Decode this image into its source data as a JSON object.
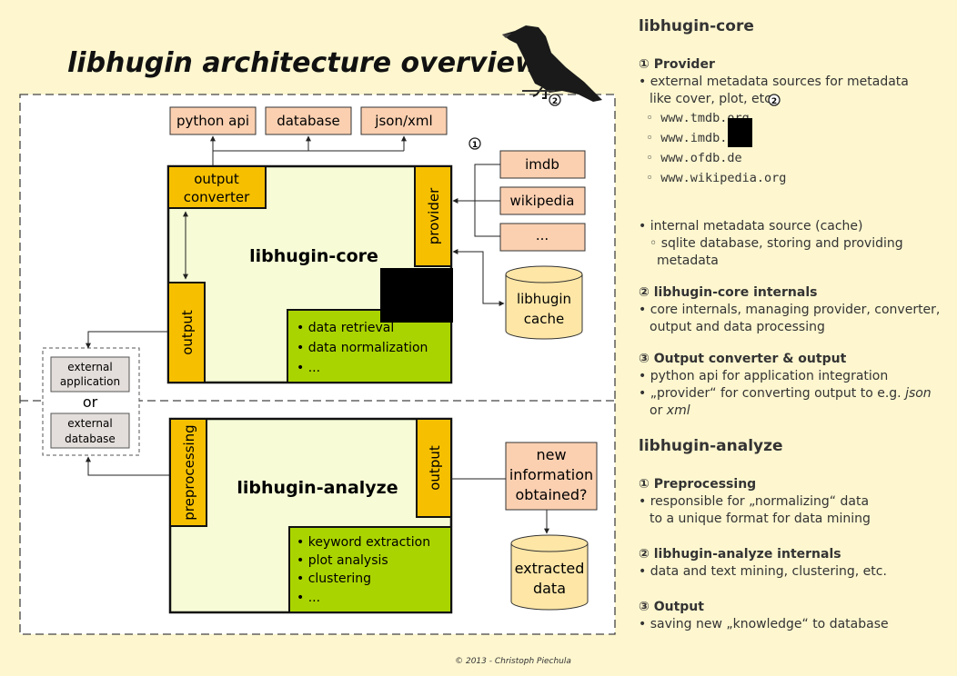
{
  "diagram": {
    "title": "libhugin architecture overview",
    "copyright": "© 2013 - Christoph Piechula",
    "outputs": {
      "python_api": "python api",
      "database": "database",
      "json_xml": "json/xml"
    },
    "providers": [
      "imdb",
      "wikipedia",
      "..."
    ],
    "cache": [
      "libhugin",
      "cache"
    ],
    "core": {
      "label": "libhugin-core",
      "output_converter": [
        "output",
        "converter"
      ],
      "provider": "provider",
      "output": "output",
      "features": [
        "data retrieval",
        "data normalization",
        "..."
      ]
    },
    "external": {
      "application": [
        "external",
        "application"
      ],
      "or": "or",
      "database": [
        "external",
        "database"
      ]
    },
    "analyze": {
      "label": "libhugin-analyze",
      "preprocessing": "preprocessing",
      "output": "output",
      "features": [
        "keyword extraction",
        "plot analysis",
        "clustering",
        "..."
      ]
    },
    "new_info": [
      "new",
      "information",
      "obtained?"
    ],
    "extracted": [
      "extracted",
      "data"
    ],
    "markers": {
      "m1": "1",
      "m2": "2"
    }
  },
  "notes": {
    "core_heading": "libhugin-core",
    "provider_heading": "① Provider",
    "provider_lines": [
      "• external metadata sources for metadata",
      "like cover, plot, etc."
    ],
    "provider_sites": [
      "◦ www.tmdb.org",
      "◦ www.imdb.com",
      "◦ www.ofdb.de",
      "◦ www.wikipedia.org"
    ],
    "internal_lines": [
      "• internal metadata source (cache)",
      "◦ sqlite database, storing and providing",
      "metadata"
    ],
    "internals_heading": "② libhugin-core internals",
    "internals_lines": [
      "• core internals, managing provider, converter,",
      "output and data processing"
    ],
    "converter_heading": "③ Output converter & output",
    "converter_lines": [
      "• python api for application integration",
      "• „provider“ for converting output to e.g.",
      "json",
      "or",
      "xml"
    ],
    "analyze_heading": "libhugin-analyze",
    "pre_heading": "① Preprocessing",
    "pre_lines": [
      "• responsible for „normalizing“ data",
      "to a unique format for data mining"
    ],
    "ana_internals_heading": "② libhugin-analyze internals",
    "ana_internals_lines": [
      "• data and text mining, clustering, etc."
    ],
    "out_heading": "③ Output",
    "out_lines": [
      "• saving new „knowledge“ to database"
    ]
  }
}
